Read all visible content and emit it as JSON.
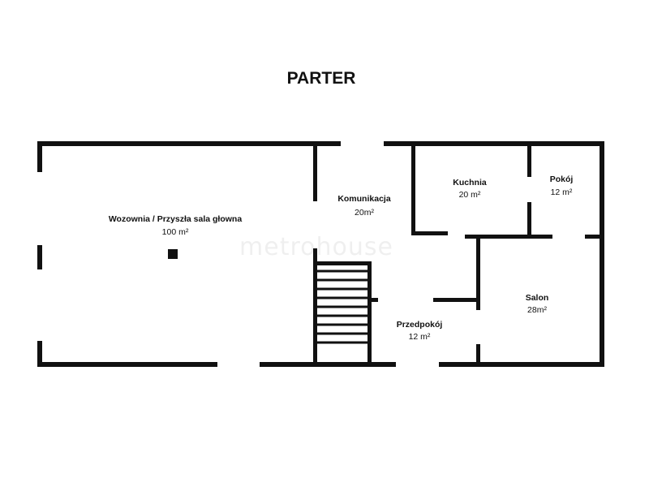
{
  "title": "PARTER",
  "watermark": "metrohouse",
  "rooms": [
    {
      "name": "Wozownia / Przyszła sala głowna",
      "area": "100 m²"
    },
    {
      "name": "Komunikacja",
      "area": "20m²"
    },
    {
      "name": "Kuchnia",
      "area": "20 m²"
    },
    {
      "name": "Pokój",
      "area": "12 m²"
    },
    {
      "name": "Salon",
      "area": "28m²"
    },
    {
      "name": "Przedpokój",
      "area": "12 m²"
    }
  ],
  "colors": {
    "walls": "#111111",
    "background": "#ffffff"
  }
}
